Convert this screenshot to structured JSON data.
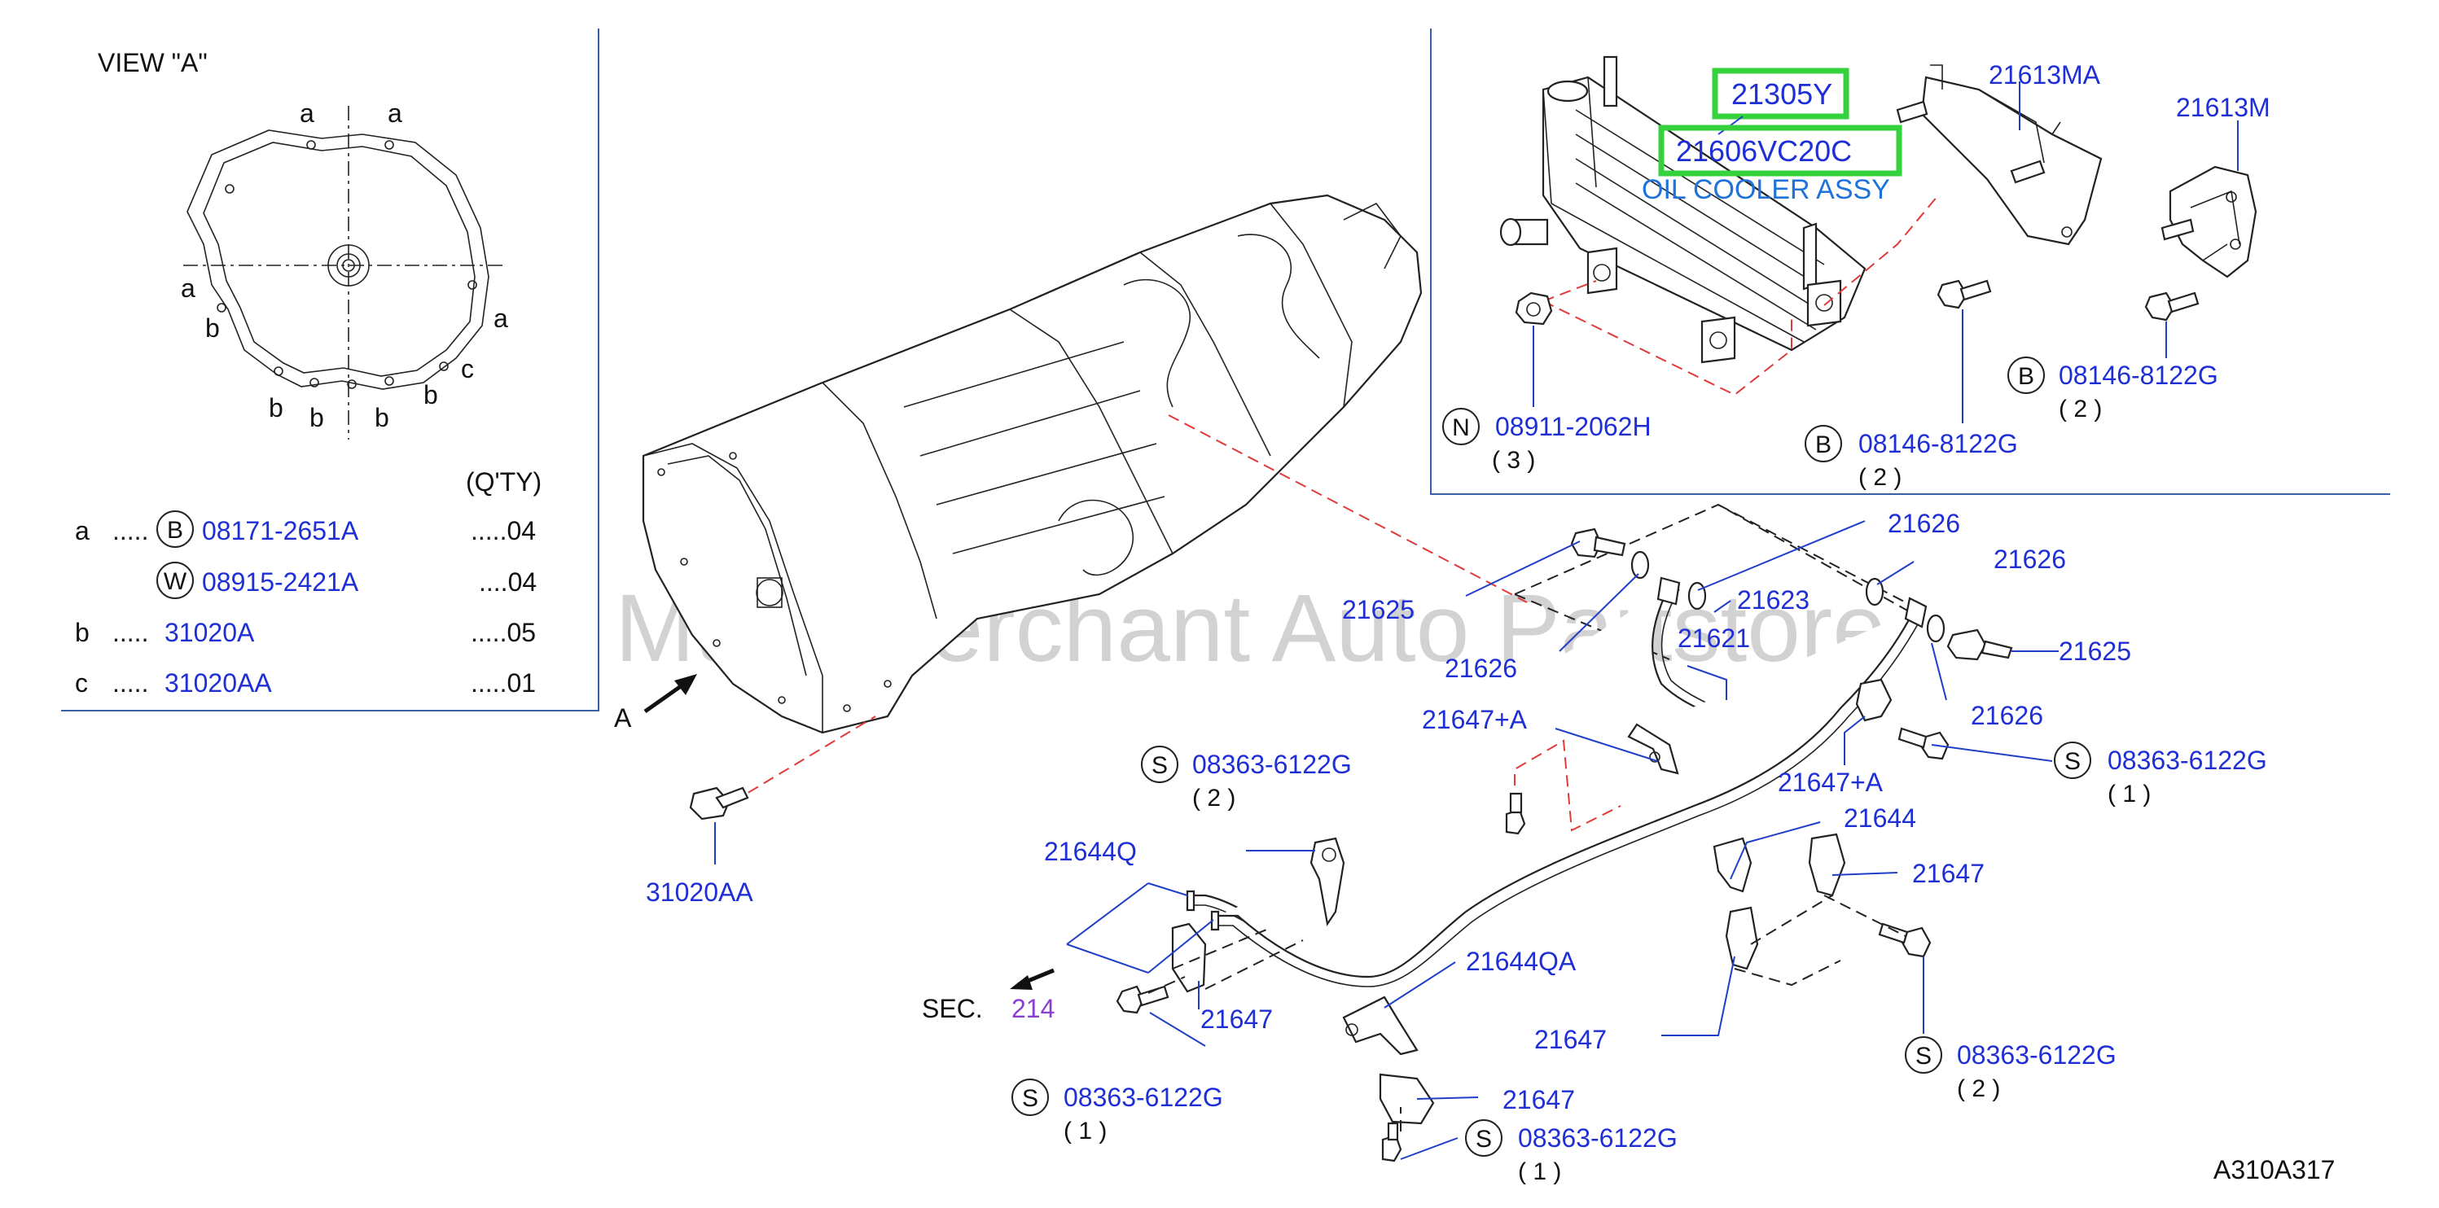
{
  "view": {
    "title": "VIEW \"A\"",
    "letters": [
      "a",
      "a",
      "a",
      "a",
      "b",
      "b",
      "b",
      "b",
      "b",
      "c"
    ]
  },
  "table": {
    "qty_header": "(Q'TY)",
    "rows": [
      {
        "key": "a",
        "dots": ".....",
        "symbol": "B",
        "part": "08171-2651A",
        "qty": ".....04"
      },
      {
        "key": "",
        "dots": "",
        "symbol": "W",
        "part": "08915-2421A",
        "qty": "....04"
      },
      {
        "key": "b",
        "dots": ".....",
        "symbol": "",
        "part": "31020A",
        "qty": ".....05"
      },
      {
        "key": "c",
        "dots": ".....",
        "symbol": "",
        "part": "31020AA",
        "qty": ".....01"
      }
    ]
  },
  "inset": {
    "highlight_1": "21305Y",
    "highlight_2": "21606VC20C",
    "caption": "OIL COOLER ASSY",
    "bracket_1": "21613MA",
    "bracket_2": "21613M",
    "nut": {
      "symbol": "N",
      "part": "08911-2062H",
      "qty": "( 3 )"
    },
    "bolt_1": {
      "symbol": "B",
      "part": "08146-8122G",
      "qty": "( 2 )"
    },
    "bolt_2": {
      "symbol": "B",
      "part": "08146-8122G",
      "qty": "( 2 )"
    }
  },
  "watermark": "Multi-Merchant Auto Partstore",
  "labels": {
    "arrow_a": "A",
    "bolt_main": "31020AA",
    "sec_prefix": "SEC.",
    "sec_num": "214",
    "p21625_left": "21625",
    "p21625_right": "21625",
    "p21626_top": "21626",
    "p21626_top_right": "21626",
    "p21626_mid": "21626",
    "p21626_right": "21626",
    "p21623": "21623",
    "p21621": "21621",
    "p21647a_left": "21647+A",
    "p21647a_right": "21647+A",
    "p21644": "21644",
    "p21644q": "21644Q",
    "p21644qa": "21644QA",
    "p21647_1": "21647",
    "p21647_2": "21647",
    "p21647_3": "21647",
    "p21647_4": "21647",
    "s_center": {
      "symbol": "S",
      "part": "08363-6122G",
      "qty": "( 2 )"
    },
    "s_right_top": {
      "symbol": "S",
      "part": "08363-6122G",
      "qty": "( 1 )"
    },
    "s_left_bottom": {
      "symbol": "S",
      "part": "08363-6122G",
      "qty": "( 1 )"
    },
    "s_mid_bottom": {
      "symbol": "S",
      "part": "08363-6122G",
      "qty": "( 1 )"
    },
    "s_right_bottom": {
      "symbol": "S",
      "part": "08363-6122G",
      "qty": "( 2 )"
    },
    "drawing_id": "A310A317"
  },
  "colors": {
    "part_number": "#1f2fd6",
    "highlight_box": "#35d23e",
    "leader_dash": "#e03a3a",
    "section_ref": "#8a3fd0"
  }
}
